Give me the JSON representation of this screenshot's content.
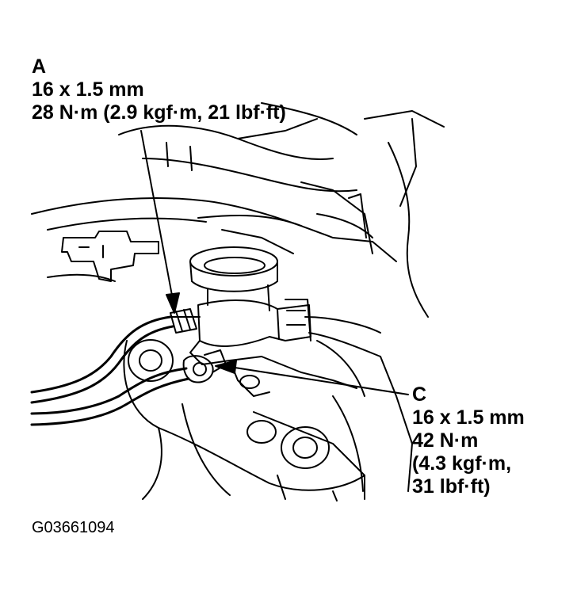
{
  "callout_a": {
    "letter": "A",
    "size": "16 x 1.5 mm",
    "torque": "28 N·m (2.9 kgf·m, 21 lbf·ft)"
  },
  "callout_c": {
    "letter": "C",
    "size": "16 x 1.5 mm",
    "torque_line1": "42 N·m",
    "torque_line2": "(4.3 kgf·m,",
    "torque_line3": "31 lbf·ft)"
  },
  "figure_id": "G03661094",
  "colors": {
    "ink": "#000000",
    "paper": "#ffffff"
  }
}
